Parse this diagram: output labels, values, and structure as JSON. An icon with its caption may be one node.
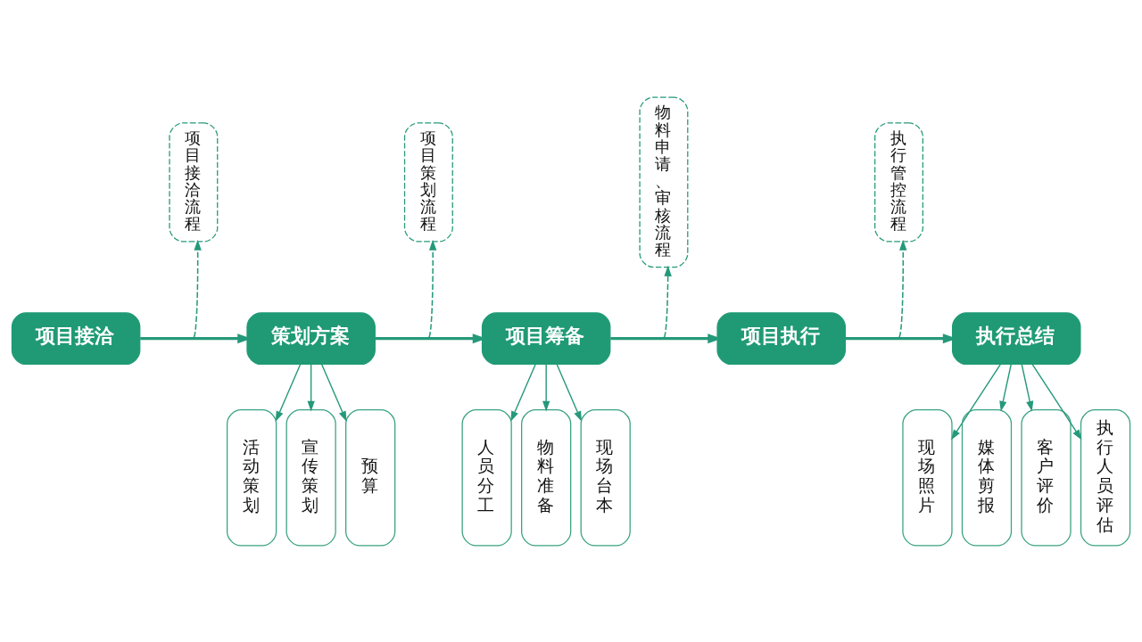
{
  "diagram": {
    "nodes": [
      {
        "text": [
          "项目接洽"
        ]
      },
      {
        "text": [
          "策划方案"
        ]
      },
      {
        "text": [
          "项目筹备"
        ]
      },
      {
        "text": [
          "项目执行"
        ]
      },
      {
        "text": [
          "执行总结"
        ]
      },
      {
        "text": [
          "项目接洽流程"
        ]
      },
      {
        "text": [
          "项目策划流程"
        ]
      },
      {
        "text": [
          "物料申请、审核流程"
        ]
      },
      {
        "text": [
          "执行管控流程"
        ]
      },
      {
        "text": [
          "活动策划"
        ]
      },
      {
        "text": [
          "宣传策划"
        ]
      },
      {
        "text": [
          "预算"
        ]
      },
      {
        "text": [
          "人员分工"
        ]
      },
      {
        "text": [
          "物料准备"
        ]
      },
      {
        "text": [
          "现场台本"
        ]
      },
      {
        "text": [
          "现场照片"
        ]
      },
      {
        "text": [
          "媒体剪报"
        ]
      },
      {
        "text": [
          "客户评价"
        ]
      },
      {
        "text": [
          "执行人员评估"
        ]
      }
    ],
    "edges": [
      {
        "from": 0,
        "to": 1,
        "arrow": "to",
        "style": "thick"
      },
      {
        "from": null,
        "to": 5,
        "arrow": "to",
        "style": "dashed"
      },
      {
        "from": 1,
        "to": 2,
        "arrow": "to",
        "style": "thick"
      },
      {
        "from": null,
        "to": 6,
        "arrow": "to",
        "style": "dashed"
      },
      {
        "from": 2,
        "to": 3,
        "arrow": "to",
        "style": "thick"
      },
      {
        "from": null,
        "to": 7,
        "arrow": "to",
        "style": "dashed"
      },
      {
        "from": 3,
        "to": 4,
        "arrow": "to",
        "style": "thick"
      },
      {
        "from": null,
        "to": 8,
        "arrow": "to",
        "style": "dashed"
      },
      {
        "from": 1,
        "to": 9,
        "arrow": "to"
      },
      {
        "from": 1,
        "to": 10,
        "arrow": "to"
      },
      {
        "from": 1,
        "to": 11,
        "arrow": "to"
      },
      {
        "from": 2,
        "to": 12,
        "arrow": "to"
      },
      {
        "from": 2,
        "to": 13,
        "arrow": "to"
      },
      {
        "from": 2,
        "to": 14,
        "arrow": "to"
      },
      {
        "from": 4,
        "to": 15,
        "arrow": "to"
      },
      {
        "from": 4,
        "to": 16,
        "arrow": "to"
      },
      {
        "from": 4,
        "to": 17,
        "arrow": "to"
      },
      {
        "from": 4,
        "to": 18,
        "arrow": "to"
      }
    ]
  }
}
